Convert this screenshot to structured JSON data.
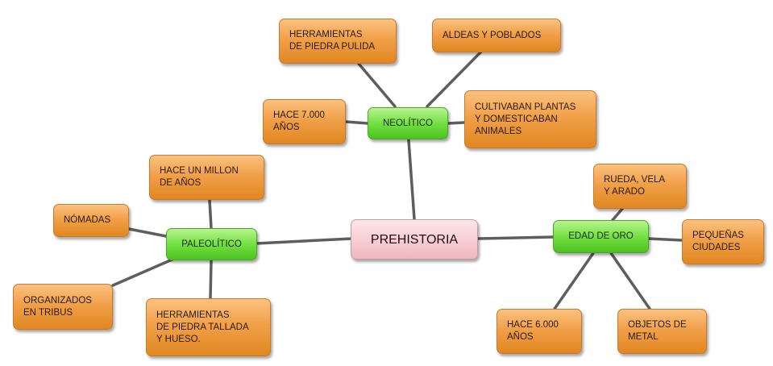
{
  "root": {
    "label": "PREHISTORIA"
  },
  "branches": {
    "neolitico": {
      "label": "NEOLÍTICO",
      "items": [
        "HERRAMIENTAS\nDE PIEDRA PULIDA",
        "ALDEAS Y POBLADOS",
        "HACE 7.000\nAÑOS",
        "CULTIVABAN PLANTAS\nY DOMESTICABAN\nANIMALES"
      ]
    },
    "paleolitico": {
      "label": "PALEOLÍTICO",
      "items": [
        "HACE UN MILLON\n DE AÑOS",
        "NÓMADAS",
        "ORGANIZADOS\nEN TRIBUS",
        "HERRAMIENTAS\nDE PIEDRA TALLADA\nY HUESO."
      ]
    },
    "edad_de_oro": {
      "label": "EDAD DE ORO",
      "items": [
        "RUEDA, VELA\nY ARADO",
        "PEQUEÑAS\nCIUDADES",
        "HACE  6.000\nAÑOS",
        "OBJETOS DE\nMETAL"
      ]
    }
  },
  "colors": {
    "connector": "#5e5e5e",
    "leaf": "#f1a04a",
    "branch": "#73e043",
    "root": "#f7cdd3"
  }
}
